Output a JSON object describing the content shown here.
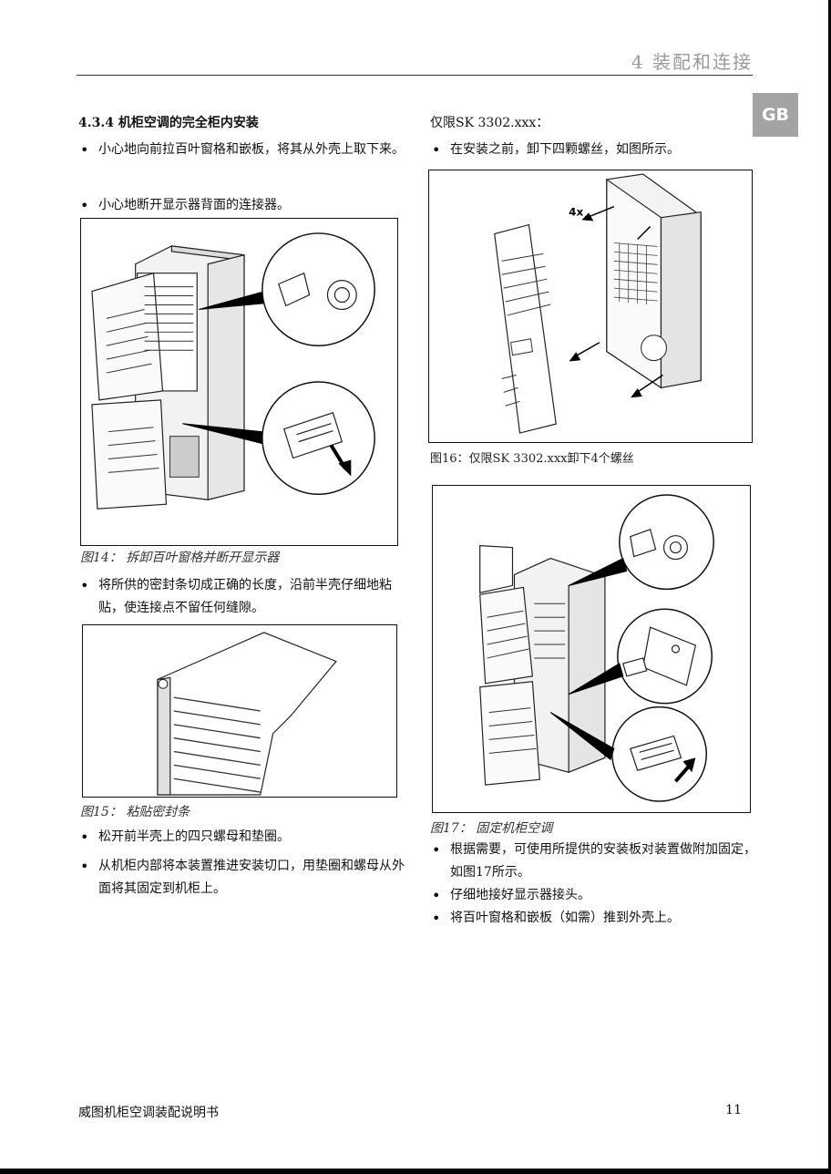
{
  "header": {
    "chapter": "4   装配和连接",
    "lang_tab": "GB"
  },
  "left": {
    "section_title": "4.3.4 机柜空调的完全柜内安装",
    "bullets_top": [
      "小心地向前拉百叶窗格和嵌板，将其从外壳上取下来。",
      "小心地断开显示器背面的连接器。"
    ],
    "fig14_caption": "图14： 拆卸百叶窗格并断开显示器",
    "bullets_mid": [
      "将所供的密封条切成正确的长度，沿前半壳仔细地粘贴，使连接点不留任何缝隙。"
    ],
    "fig15_caption": "图15： 粘贴密封条",
    "bullets_bottom": [
      "松开前半壳上的四只螺母和垫圈。",
      "从机柜内部将本装置推进安装切口，用垫圈和螺母从外面将其固定到机柜上。"
    ]
  },
  "right": {
    "subhead": "仅限SK 3302.xxx：",
    "bullets_top": [
      "在安装之前，卸下四颗螺丝，如图所示。"
    ],
    "fig16_label": "4x",
    "fig16_caption": "图16：仅限SK 3302.xxx卸下4个螺丝",
    "fig17_caption": "图17： 固定机柜空调",
    "bullets_bottom": [
      "根据需要，可使用所提供的安装板对装置做附加固定，如图17所示。",
      "仔细地接好显示器接头。",
      "将百叶窗格和嵌板（如需）推到外壳上。"
    ]
  },
  "footer": {
    "title": "威图机柜空调装配说明书",
    "page_number": "11"
  }
}
